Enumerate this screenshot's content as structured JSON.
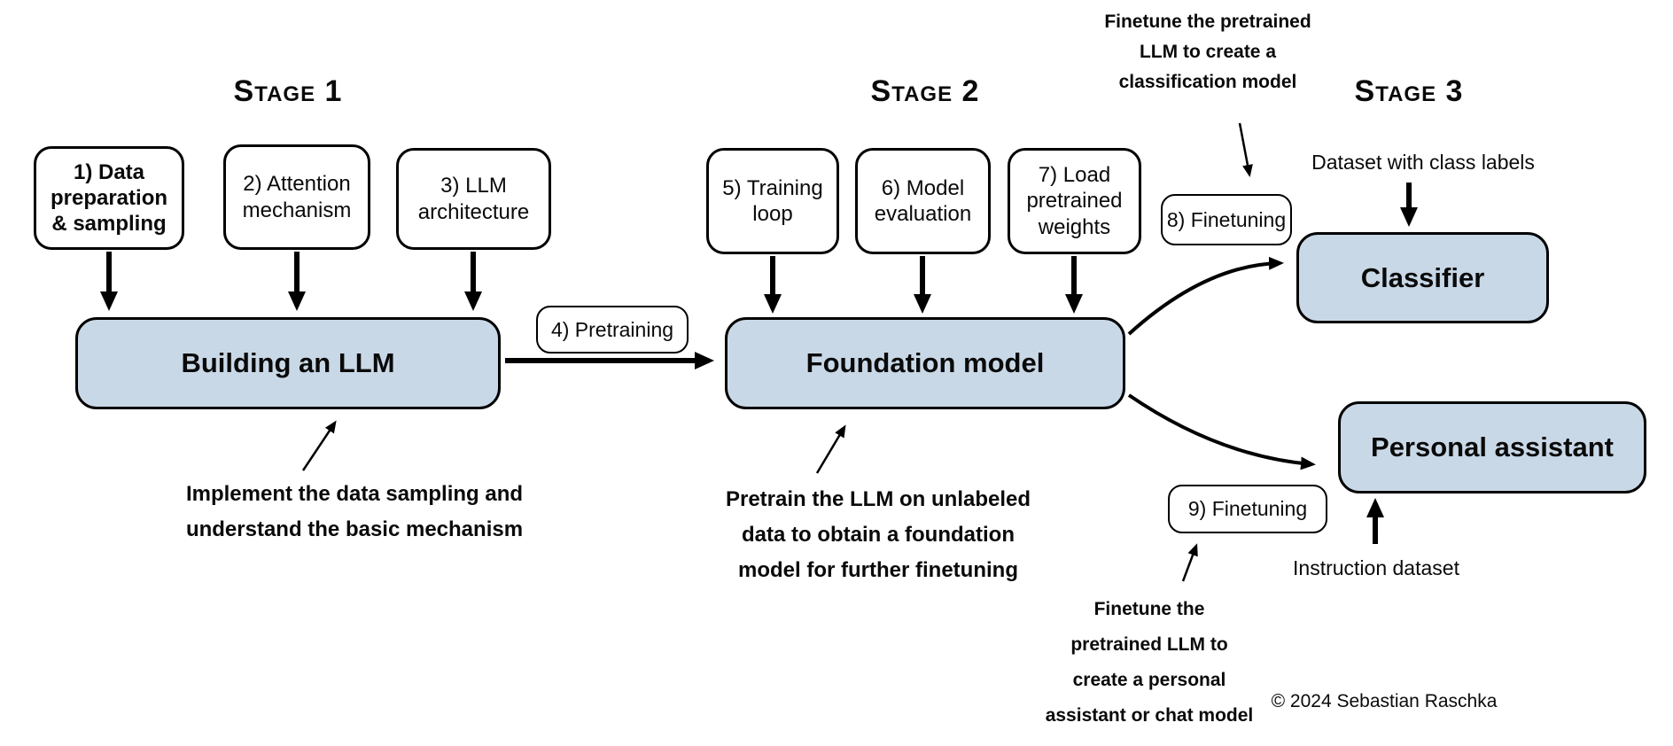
{
  "colors": {
    "node_fill": "#c9d8e7",
    "stroke": "#000000",
    "background": "#ffffff"
  },
  "stage1": {
    "title": "Stage 1",
    "step_boxes": [
      {
        "label": "1) Data\npreparation\n& sampling"
      },
      {
        "label": "2) Attention\nmechanism"
      },
      {
        "label": "3) LLM\narchitecture"
      }
    ],
    "main_box": "Building an LLM",
    "annotation": "Implement the data sampling and\nunderstand the basic mechanism"
  },
  "pretraining_pill": "4) Pretraining",
  "stage2": {
    "title": "Stage 2",
    "step_boxes": [
      {
        "label": "5) Training\nloop"
      },
      {
        "label": "6) Model\nevaluation"
      },
      {
        "label": "7) Load\npretrained\nweights"
      }
    ],
    "main_box": "Foundation model",
    "annotation": "Pretrain the LLM on unlabeled\ndata to obtain a foundation\nmodel for further finetuning"
  },
  "stage3": {
    "title": "Stage 3",
    "finetuning_pill_classifier": "8) Finetuning",
    "finetuning_pill_assistant": "9) Finetuning",
    "classifier_box": "Classifier",
    "assistant_box": "Personal assistant",
    "classifier_input_label": "Dataset with class labels",
    "assistant_input_label": "Instruction dataset",
    "annotation_classifier": "Finetune the pretrained\nLLM to create a\nclassification model",
    "annotation_assistant": "Finetune the\npretrained LLM to\ncreate a personal\nassistant or chat model"
  },
  "copyright": "© 2024 Sebastian Raschka"
}
